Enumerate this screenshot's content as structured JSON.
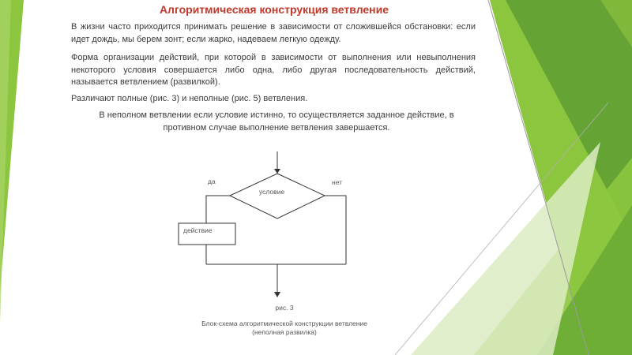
{
  "slide": {
    "title": "Алгоритмическая конструкция ветвление",
    "paragraphs": [
      "В жизни часто приходится принимать решение в зависимости от сложившейся обстановки: если идет дождь, мы берем зонт; если жарко, надеваем легкую одежду.",
      "Форма организации действий, при которой в зависимости от выполнения или невыполнения некоторого условия совершается либо одна, либо другая последовательность действий, называется ветвлением (развилкой).",
      "Различают полные (рис. 3) и неполные (рис. 5) ветвления.",
      "В неполном ветвлении если условие истинно, то осуществляется заданное действие, в противном случае выполнение ветвления завершается."
    ]
  },
  "flowchart": {
    "yes_label": "да",
    "no_label": "нет",
    "condition_label": "условие",
    "action_label": "действие"
  },
  "caption": {
    "figure": "рис. 3",
    "line1": "Блок-схема алгоритмической конструкции ветвление",
    "line2": "(неполная развилка)"
  },
  "colors": {
    "title": "#c0392b",
    "green_dark": "#5e9e32",
    "green_mid": "#8cc63f",
    "green_light": "#dcebc3"
  }
}
